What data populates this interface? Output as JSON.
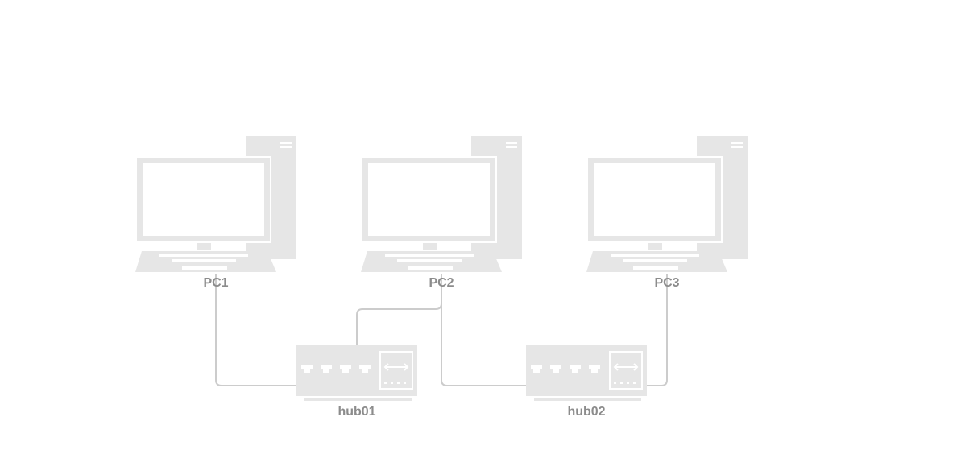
{
  "diagram": {
    "colors": {
      "device": "#e6e6e6",
      "detail": "#ffffff",
      "link": "#cccccc",
      "label": "#8c8c8c"
    },
    "nodes": [
      {
        "id": "pc1",
        "label": "PC1",
        "icon": "desktop-computer-icon"
      },
      {
        "id": "pc2",
        "label": "PC2",
        "icon": "desktop-computer-icon"
      },
      {
        "id": "pc3",
        "label": "PC3",
        "icon": "desktop-computer-icon"
      },
      {
        "id": "hub01",
        "label": "hub01",
        "icon": "network-hub-icon"
      },
      {
        "id": "hub02",
        "label": "hub02",
        "icon": "network-hub-icon"
      }
    ],
    "links": [
      {
        "from": "PC1",
        "to": "hub01"
      },
      {
        "from": "PC2",
        "to": "hub01"
      },
      {
        "from": "PC2",
        "to": "hub02"
      },
      {
        "from": "PC3",
        "to": "hub02"
      }
    ]
  }
}
